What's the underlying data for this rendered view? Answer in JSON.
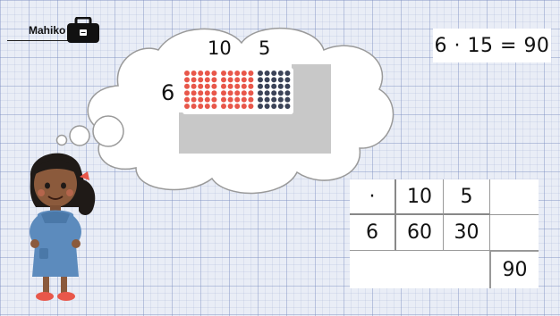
{
  "header": {
    "brand": "Mahiko",
    "icon": "toolbox-icon"
  },
  "equation": "6 · 15 = 90",
  "thought": {
    "top_labels": [
      "10",
      "5"
    ],
    "side_label": "6",
    "dot_colors": {
      "red": "#e8574a",
      "dark": "#3b4358",
      "panel": "#c8c8c8"
    },
    "groups": [
      {
        "color": "red",
        "columns": 5,
        "rows": 6
      },
      {
        "color": "red",
        "columns": 5,
        "rows": 6
      },
      {
        "color": "dark",
        "columns": 5,
        "rows": 6
      }
    ]
  },
  "table": {
    "corner": "·",
    "col_headers": [
      "10",
      "5"
    ],
    "row_header": "6",
    "products": [
      "60",
      "30"
    ],
    "total": "90"
  },
  "colors": {
    "background": "#e9edf6",
    "grid": "#7f8fc0"
  }
}
